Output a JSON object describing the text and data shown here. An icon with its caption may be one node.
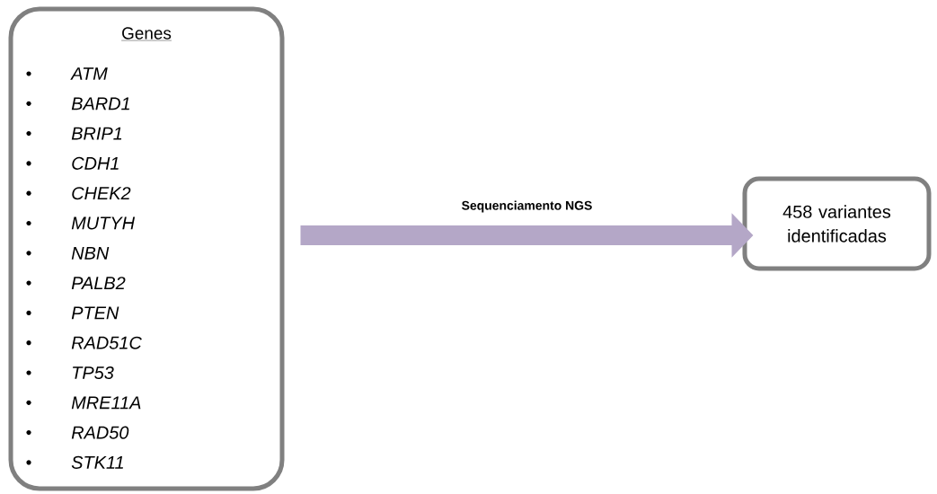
{
  "diagram": {
    "nodes": [
      {
        "text": [
          "Genes",
          "ATM",
          "BARD1",
          "BRIP1",
          "CDH1",
          "CHEK2",
          "MUTYH",
          "NBN",
          "PALB2",
          "PTEN",
          "RAD51C",
          "TP53",
          "MRE11A",
          "RAD50",
          "STK11"
        ]
      },
      {
        "text": [
          "458 variantes identificadas"
        ]
      }
    ],
    "edges": [
      {
        "from": 0,
        "to": 1,
        "arrow": "to",
        "label": "Sequenciamento NGS",
        "color": "#b4a7c7"
      }
    ]
  }
}
